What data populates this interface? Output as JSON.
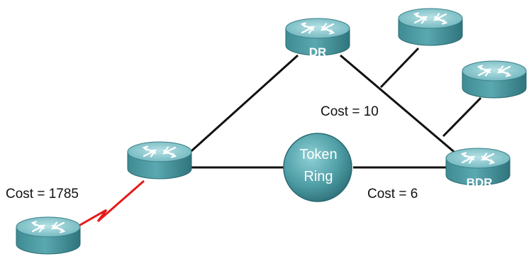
{
  "diagram": {
    "routers": {
      "dr": {
        "label": "DR"
      },
      "bdr": {
        "label": "BDR"
      },
      "upper_right": {
        "label": ""
      },
      "mid_right": {
        "label": ""
      },
      "center_left": {
        "label": ""
      },
      "bottom_left": {
        "label": ""
      }
    },
    "token_ring": {
      "line1": "Token",
      "line2": "Ring"
    },
    "costs": {
      "dr_segment": "Cost = 10",
      "token_ring": "Cost = 6",
      "serial_link": "Cost = 1785"
    },
    "colors": {
      "router_body": "#4d9ba3",
      "router_top": "#8ccbd1",
      "link": "#111111",
      "serial_link": "#e31b1b",
      "label_text": "#ffffff"
    }
  }
}
